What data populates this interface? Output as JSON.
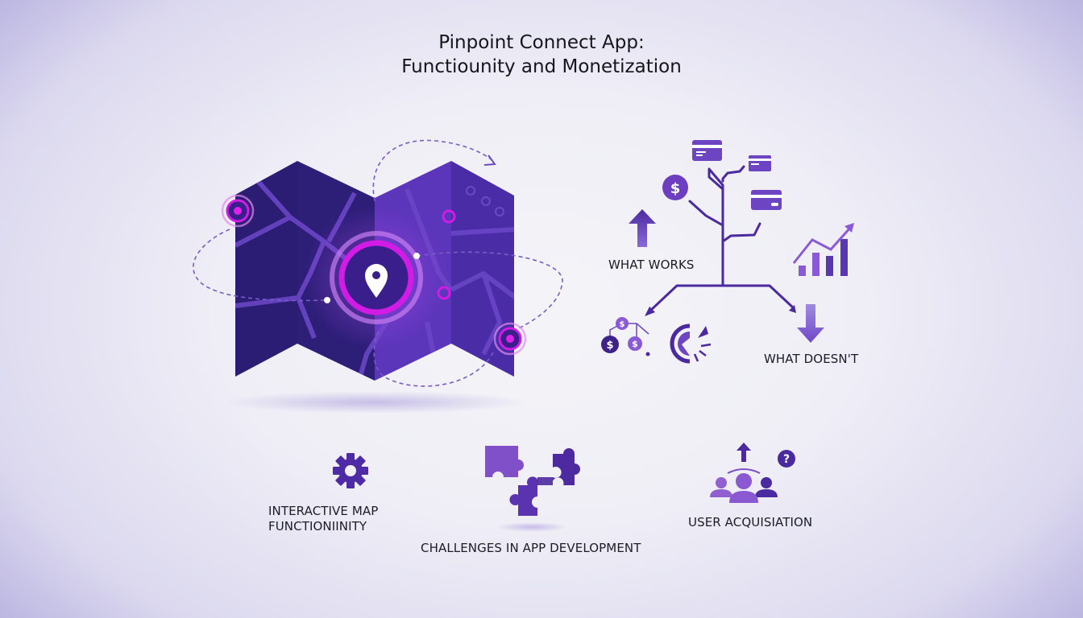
{
  "header": {
    "title_line1": "Pinpoint Connect App:",
    "title_line2": "Functiounity and Monetization"
  },
  "map_illustration": {
    "icons": [
      "folded-map-icon",
      "location-pin-icon",
      "target-marker-icon",
      "dashed-route-arrow-icon"
    ],
    "colors": {
      "map_dark": "#2e1f7a",
      "map_light": "#6a3bc4",
      "accent_magenta": "#d21ce6",
      "road": "#7a55d0"
    }
  },
  "monetization_tree": {
    "what_works_label": "WHAT WORKS",
    "what_doesnt_label": "WHAT DOESN'T",
    "icons": [
      "dollar-coin-icon",
      "credit-card-icon",
      "credit-card-small-icon",
      "credit-card-alt-icon",
      "arrow-up-icon",
      "growth-chart-icon",
      "arrow-down-icon",
      "dollar-network-icon",
      "broken-pie-icon"
    ],
    "colors": {
      "tree": "#4a2a9e",
      "icon_purple": "#6d45c2",
      "icon_light": "#8a5ad6"
    }
  },
  "bottom_sections": [
    {
      "id": "interactive-map",
      "label_line1": "INTERACTIVE MAP",
      "label_line2": "FUNCTIONIINITY",
      "icon": "gear-icon"
    },
    {
      "id": "challenges",
      "label": "CHALLENGES IN APP DEVELOPMENT",
      "icon": "puzzle-pieces-icon"
    },
    {
      "id": "user-acquisition",
      "label": "USER ACQUISIATION",
      "icon": "users-group-icon"
    }
  ]
}
